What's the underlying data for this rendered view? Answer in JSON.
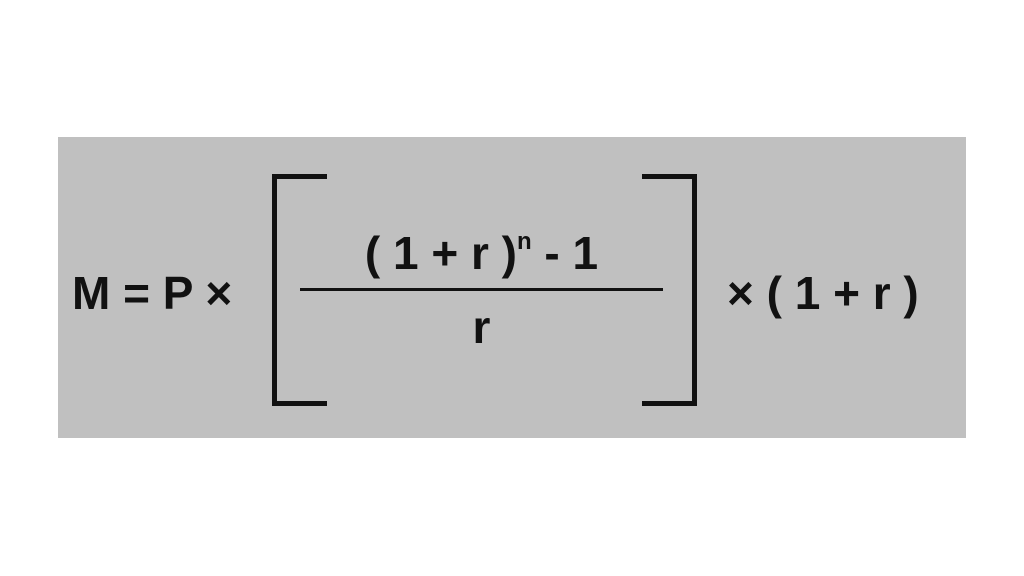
{
  "formula": {
    "lhs": "M = P ×",
    "numerator_base": "( 1 + r )",
    "numerator_exponent": "n",
    "numerator_tail": " - 1",
    "denominator": "r",
    "rhs": "× ( 1 + r )"
  },
  "colors": {
    "panel": "#c0c0c0",
    "text": "#111111",
    "background": "#ffffff"
  }
}
